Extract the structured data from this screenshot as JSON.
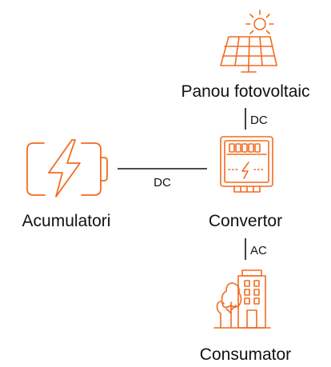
{
  "colors": {
    "accent": "#F26B21",
    "line": "#111111",
    "text": "#111111",
    "background": "#FFFFFF"
  },
  "nodes": {
    "solar": {
      "label": "Panou fotovoltaic",
      "icon": "solar-panel-icon"
    },
    "converter": {
      "label": "Convertor",
      "icon": "inverter-icon"
    },
    "battery": {
      "label": "Acumulatori",
      "icon": "battery-charging-icon"
    },
    "consumer": {
      "label": "Consumator",
      "icon": "building-icon"
    }
  },
  "connections": {
    "solar_to_converter": {
      "label": "DC"
    },
    "battery_to_converter": {
      "label": "DC"
    },
    "converter_to_consumer": {
      "label": "AC"
    }
  }
}
